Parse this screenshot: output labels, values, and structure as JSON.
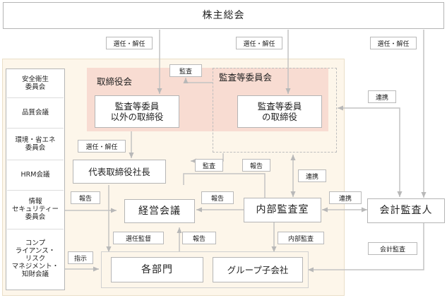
{
  "nodes": {
    "shareholders": "株主総会",
    "board_title": "取締役会",
    "audit_committee_title": "監査等委員会",
    "non_audit_directors": "監査等委員\n以外の取締役",
    "audit_directors": "監査等委員\nの取締役",
    "president": "代表取締役社長",
    "management_meeting": "経営会議",
    "internal_audit": "内部監査室",
    "accounting_auditor": "会計監査人",
    "departments": "各部門",
    "group_companies": "グループ子会社"
  },
  "committees": [
    "安全衛生\n委員会",
    "品質会議",
    "環境・省エネ\n委員会",
    "HRM会議",
    "情報\nセキュリティー\n委員会",
    "コンプ\nライアンス・\nリスク\nマネジメント・\n知財会議"
  ],
  "labels": {
    "elect_dismiss_1": "選任・解任",
    "elect_dismiss_2": "選任・解任",
    "elect_dismiss_3": "選任・解任",
    "elect_dismiss_4": "選任・解任",
    "audit_top": "監査",
    "audit_mid": "監査",
    "report_mid": "報告",
    "cooperation_top": "連携",
    "cooperation_mid": "連携",
    "cooperation_bottom": "連携",
    "report_left": "報告",
    "report_to_meeting": "報告",
    "report_bottom": "報告",
    "supervise": "選任監督",
    "internal_audit_label": "内部監査",
    "instruction": "指示",
    "accounting_audit": "会計監査"
  },
  "colors": {
    "company_bg": "#fdf6ea",
    "board_band": "#f8dcd2",
    "border": "#b5b5b5",
    "connector": "#c3c3c3"
  }
}
